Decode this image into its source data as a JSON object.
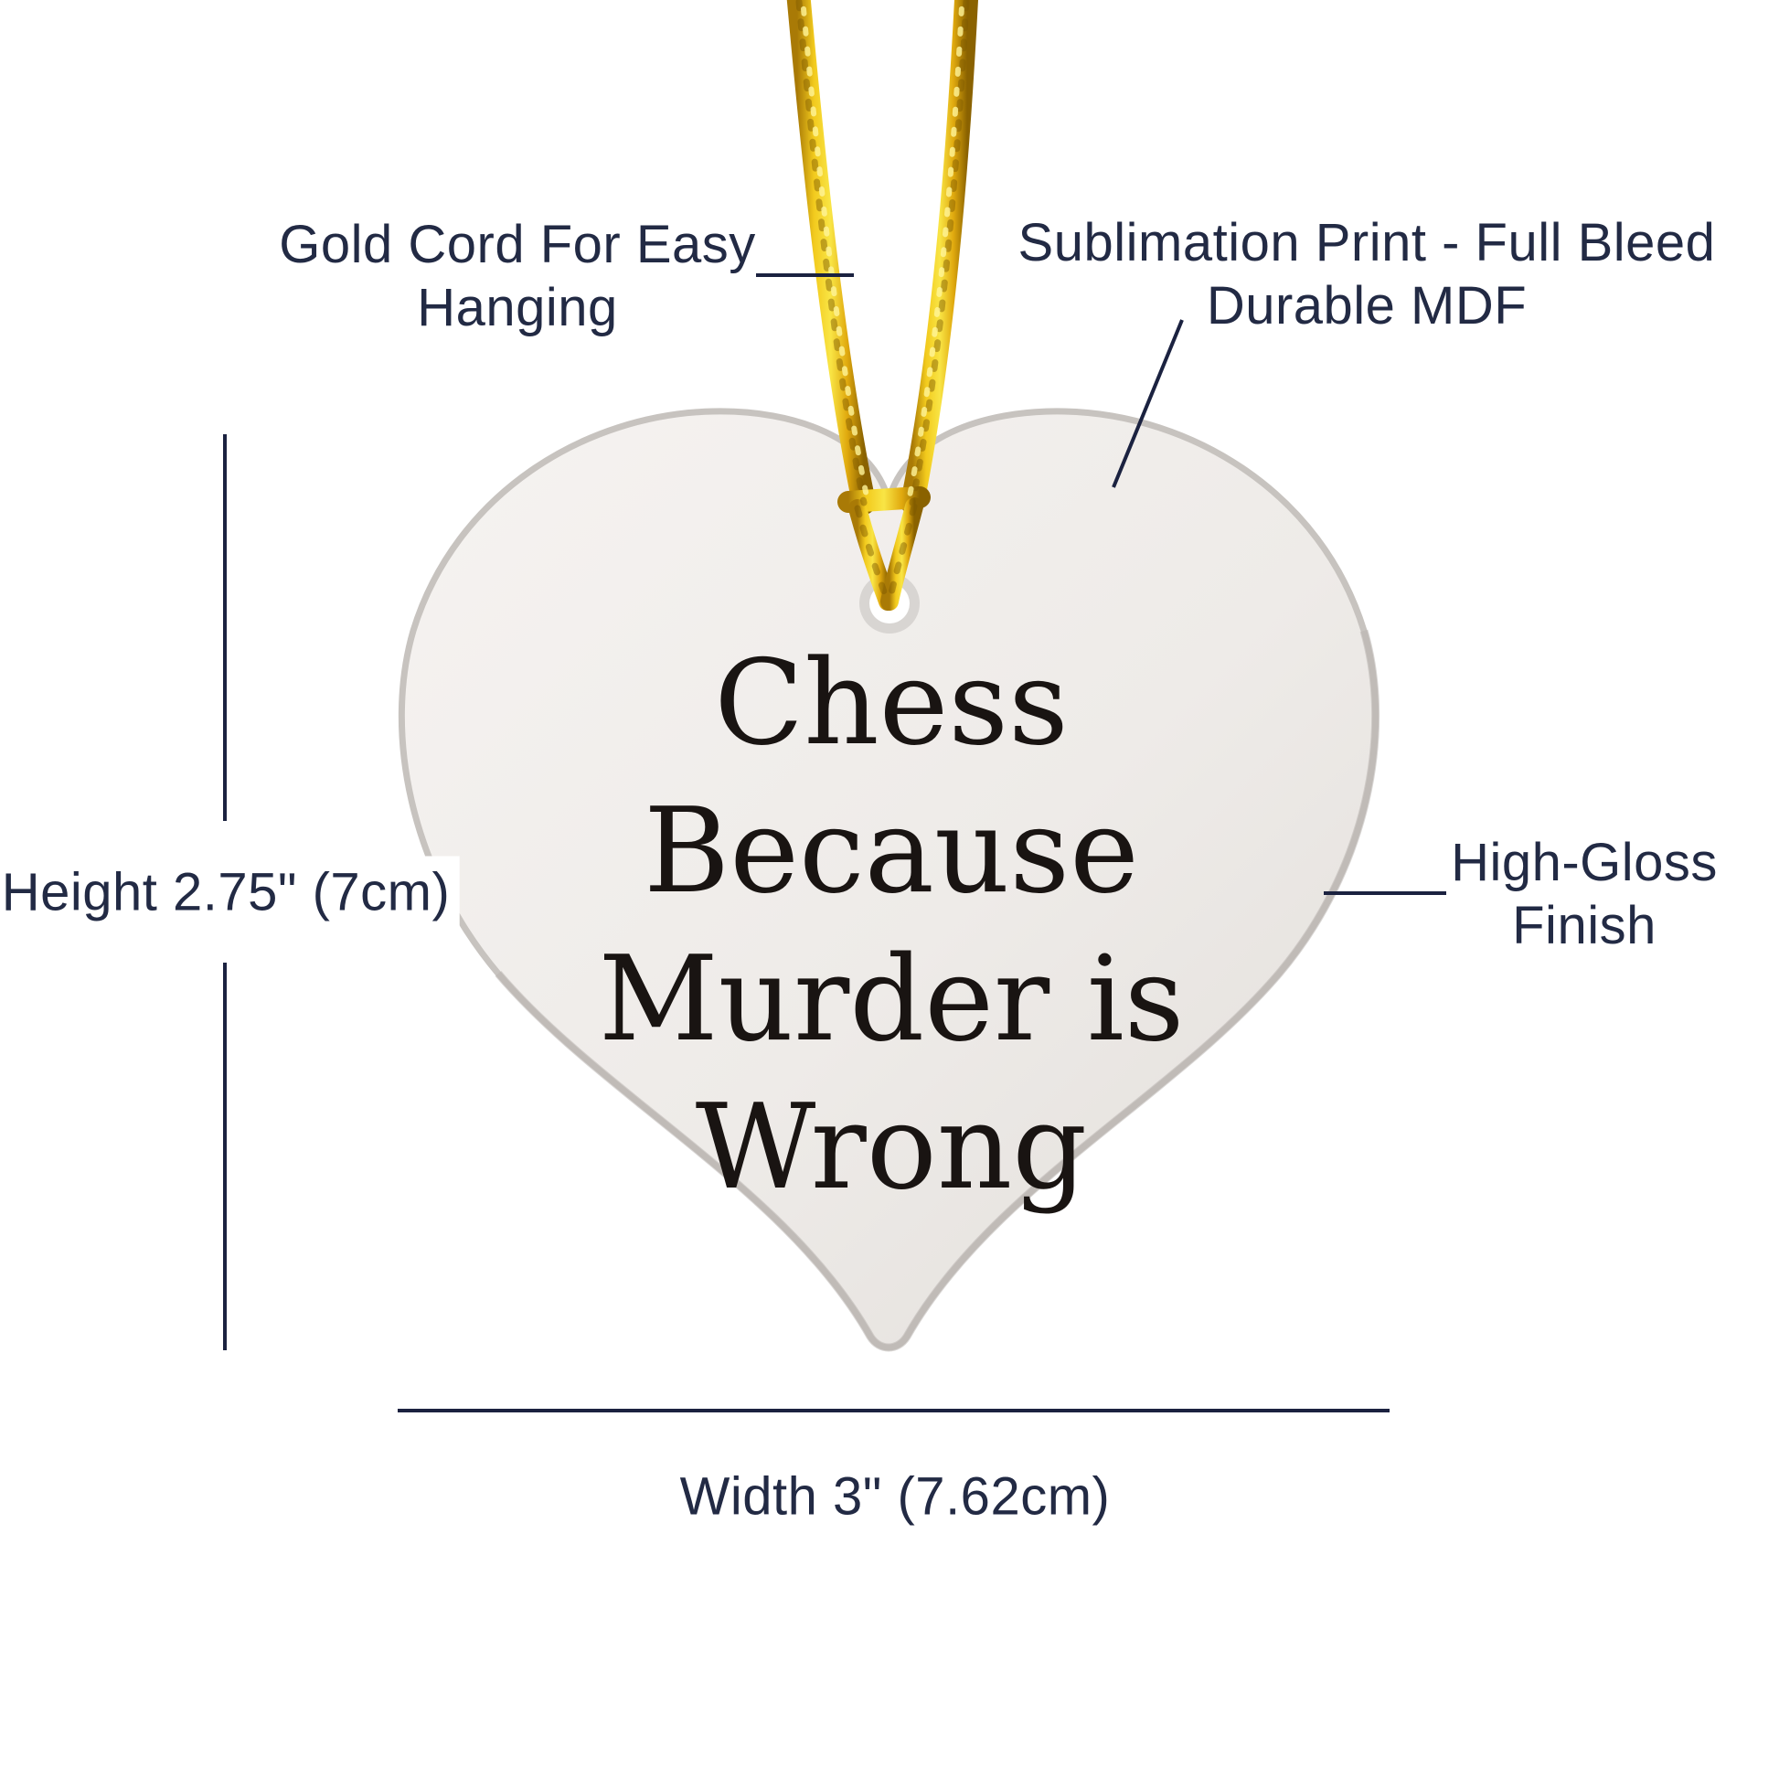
{
  "ornament": {
    "lines": [
      "Chess",
      "Because",
      "Murder is",
      "Wrong"
    ],
    "shape": "heart",
    "hole": "top-center hanging hole"
  },
  "annotations": {
    "cord": {
      "line1": "Gold Cord For Easy",
      "line2": "Hanging"
    },
    "print": {
      "line1": "Sublimation Print - Full Bleed",
      "line2": "Durable MDF"
    },
    "finish": {
      "line1": "High-Gloss",
      "line2": "Finish"
    },
    "height": {
      "line1": "Height",
      "line2": "2.75\" (7cm)"
    },
    "width": {
      "label": "Width 3\" (7.62cm)"
    }
  },
  "colors": {
    "annotation_text": "#222a44",
    "callout_line": "#1b2240",
    "ornament_text": "#191412",
    "heart_fill_light": "#f5f2f0",
    "heart_fill_dark": "#e5e1de",
    "heart_rim": "#c7c3bf",
    "cord_gold_light": "#f8e33c",
    "cord_gold_mid": "#e8b416",
    "cord_gold_dark": "#8a6200",
    "background": "#ffffff"
  }
}
